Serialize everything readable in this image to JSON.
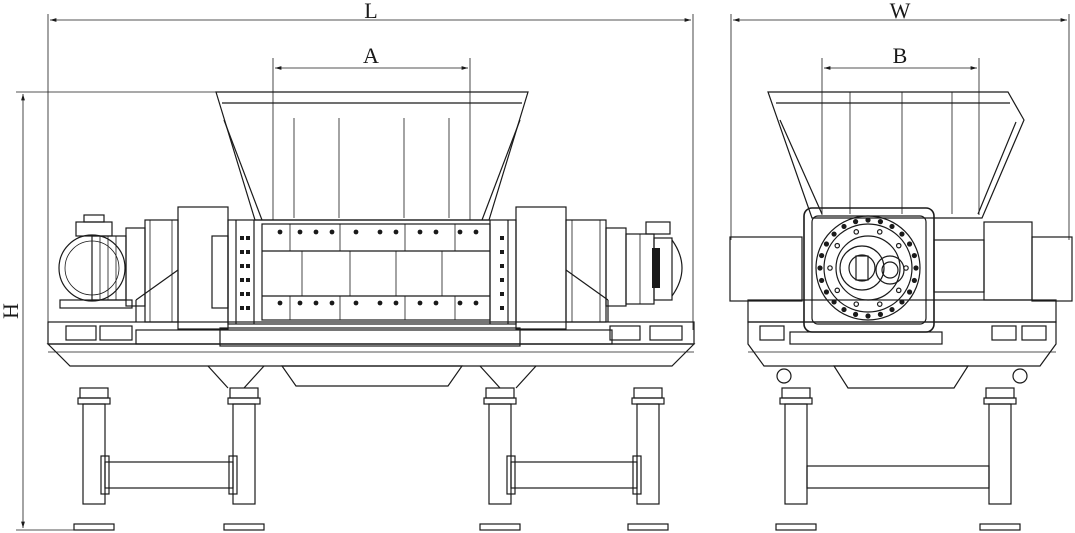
{
  "dimensions": {
    "length_label": "L",
    "width_label": "W",
    "height_label": "H",
    "chamber_length_label": "A",
    "chamber_width_label": "B"
  },
  "colors": {
    "line": "#1a1a1a",
    "background": "#ffffff"
  }
}
